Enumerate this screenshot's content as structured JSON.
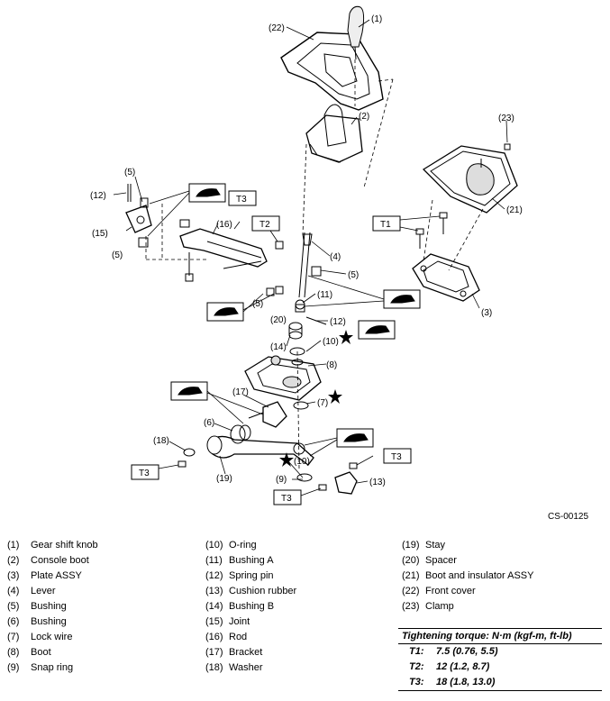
{
  "diagram": {
    "callouts": [
      "(1)",
      "(22)",
      "(2)",
      "(23)",
      "(21)",
      "(3)",
      "(5)",
      "(12)",
      "(15)",
      "(5)",
      "(16)",
      "(4)",
      "(5)",
      "(11)",
      "(5)",
      "(20)",
      "(12)",
      "(14)",
      "(10)",
      "(8)",
      "(7)",
      "(17)",
      "(6)",
      "(18)",
      "(19)",
      "(10)",
      "(9)",
      "(13)"
    ],
    "torque_tags": [
      "T3",
      "T2",
      "T1",
      "T3",
      "T3",
      "T3"
    ],
    "code": "CS-00125"
  },
  "legend": {
    "col1": [
      {
        "num": "(1)",
        "label": "Gear shift knob"
      },
      {
        "num": "(2)",
        "label": "Console boot"
      },
      {
        "num": "(3)",
        "label": "Plate ASSY"
      },
      {
        "num": "(4)",
        "label": "Lever"
      },
      {
        "num": "(5)",
        "label": "Bushing"
      },
      {
        "num": "(6)",
        "label": "Bushing"
      },
      {
        "num": "(7)",
        "label": "Lock wire"
      },
      {
        "num": "(8)",
        "label": "Boot"
      },
      {
        "num": "(9)",
        "label": "Snap ring"
      }
    ],
    "col2": [
      {
        "num": "(10)",
        "label": "O-ring"
      },
      {
        "num": "(11)",
        "label": "Bushing A"
      },
      {
        "num": "(12)",
        "label": "Spring pin"
      },
      {
        "num": "(13)",
        "label": "Cushion rubber"
      },
      {
        "num": "(14)",
        "label": "Bushing B"
      },
      {
        "num": "(15)",
        "label": "Joint"
      },
      {
        "num": "(16)",
        "label": "Rod"
      },
      {
        "num": "(17)",
        "label": "Bracket"
      },
      {
        "num": "(18)",
        "label": "Washer"
      }
    ],
    "col3": [
      {
        "num": "(19)",
        "label": "Stay"
      },
      {
        "num": "(20)",
        "label": "Spacer"
      },
      {
        "num": "(21)",
        "label": "Boot and insulator ASSY"
      },
      {
        "num": "(22)",
        "label": "Front cover"
      },
      {
        "num": "(23)",
        "label": "Clamp"
      }
    ]
  },
  "torque": {
    "title": "Tightening torque: N·m (kgf-m, ft-lb)",
    "rows": [
      {
        "key": "T1:",
        "value": "7.5 (0.76, 5.5)"
      },
      {
        "key": "T2:",
        "value": "12 (1.2, 8.7)"
      },
      {
        "key": "T3:",
        "value": "18 (1.8, 13.0)"
      }
    ]
  }
}
